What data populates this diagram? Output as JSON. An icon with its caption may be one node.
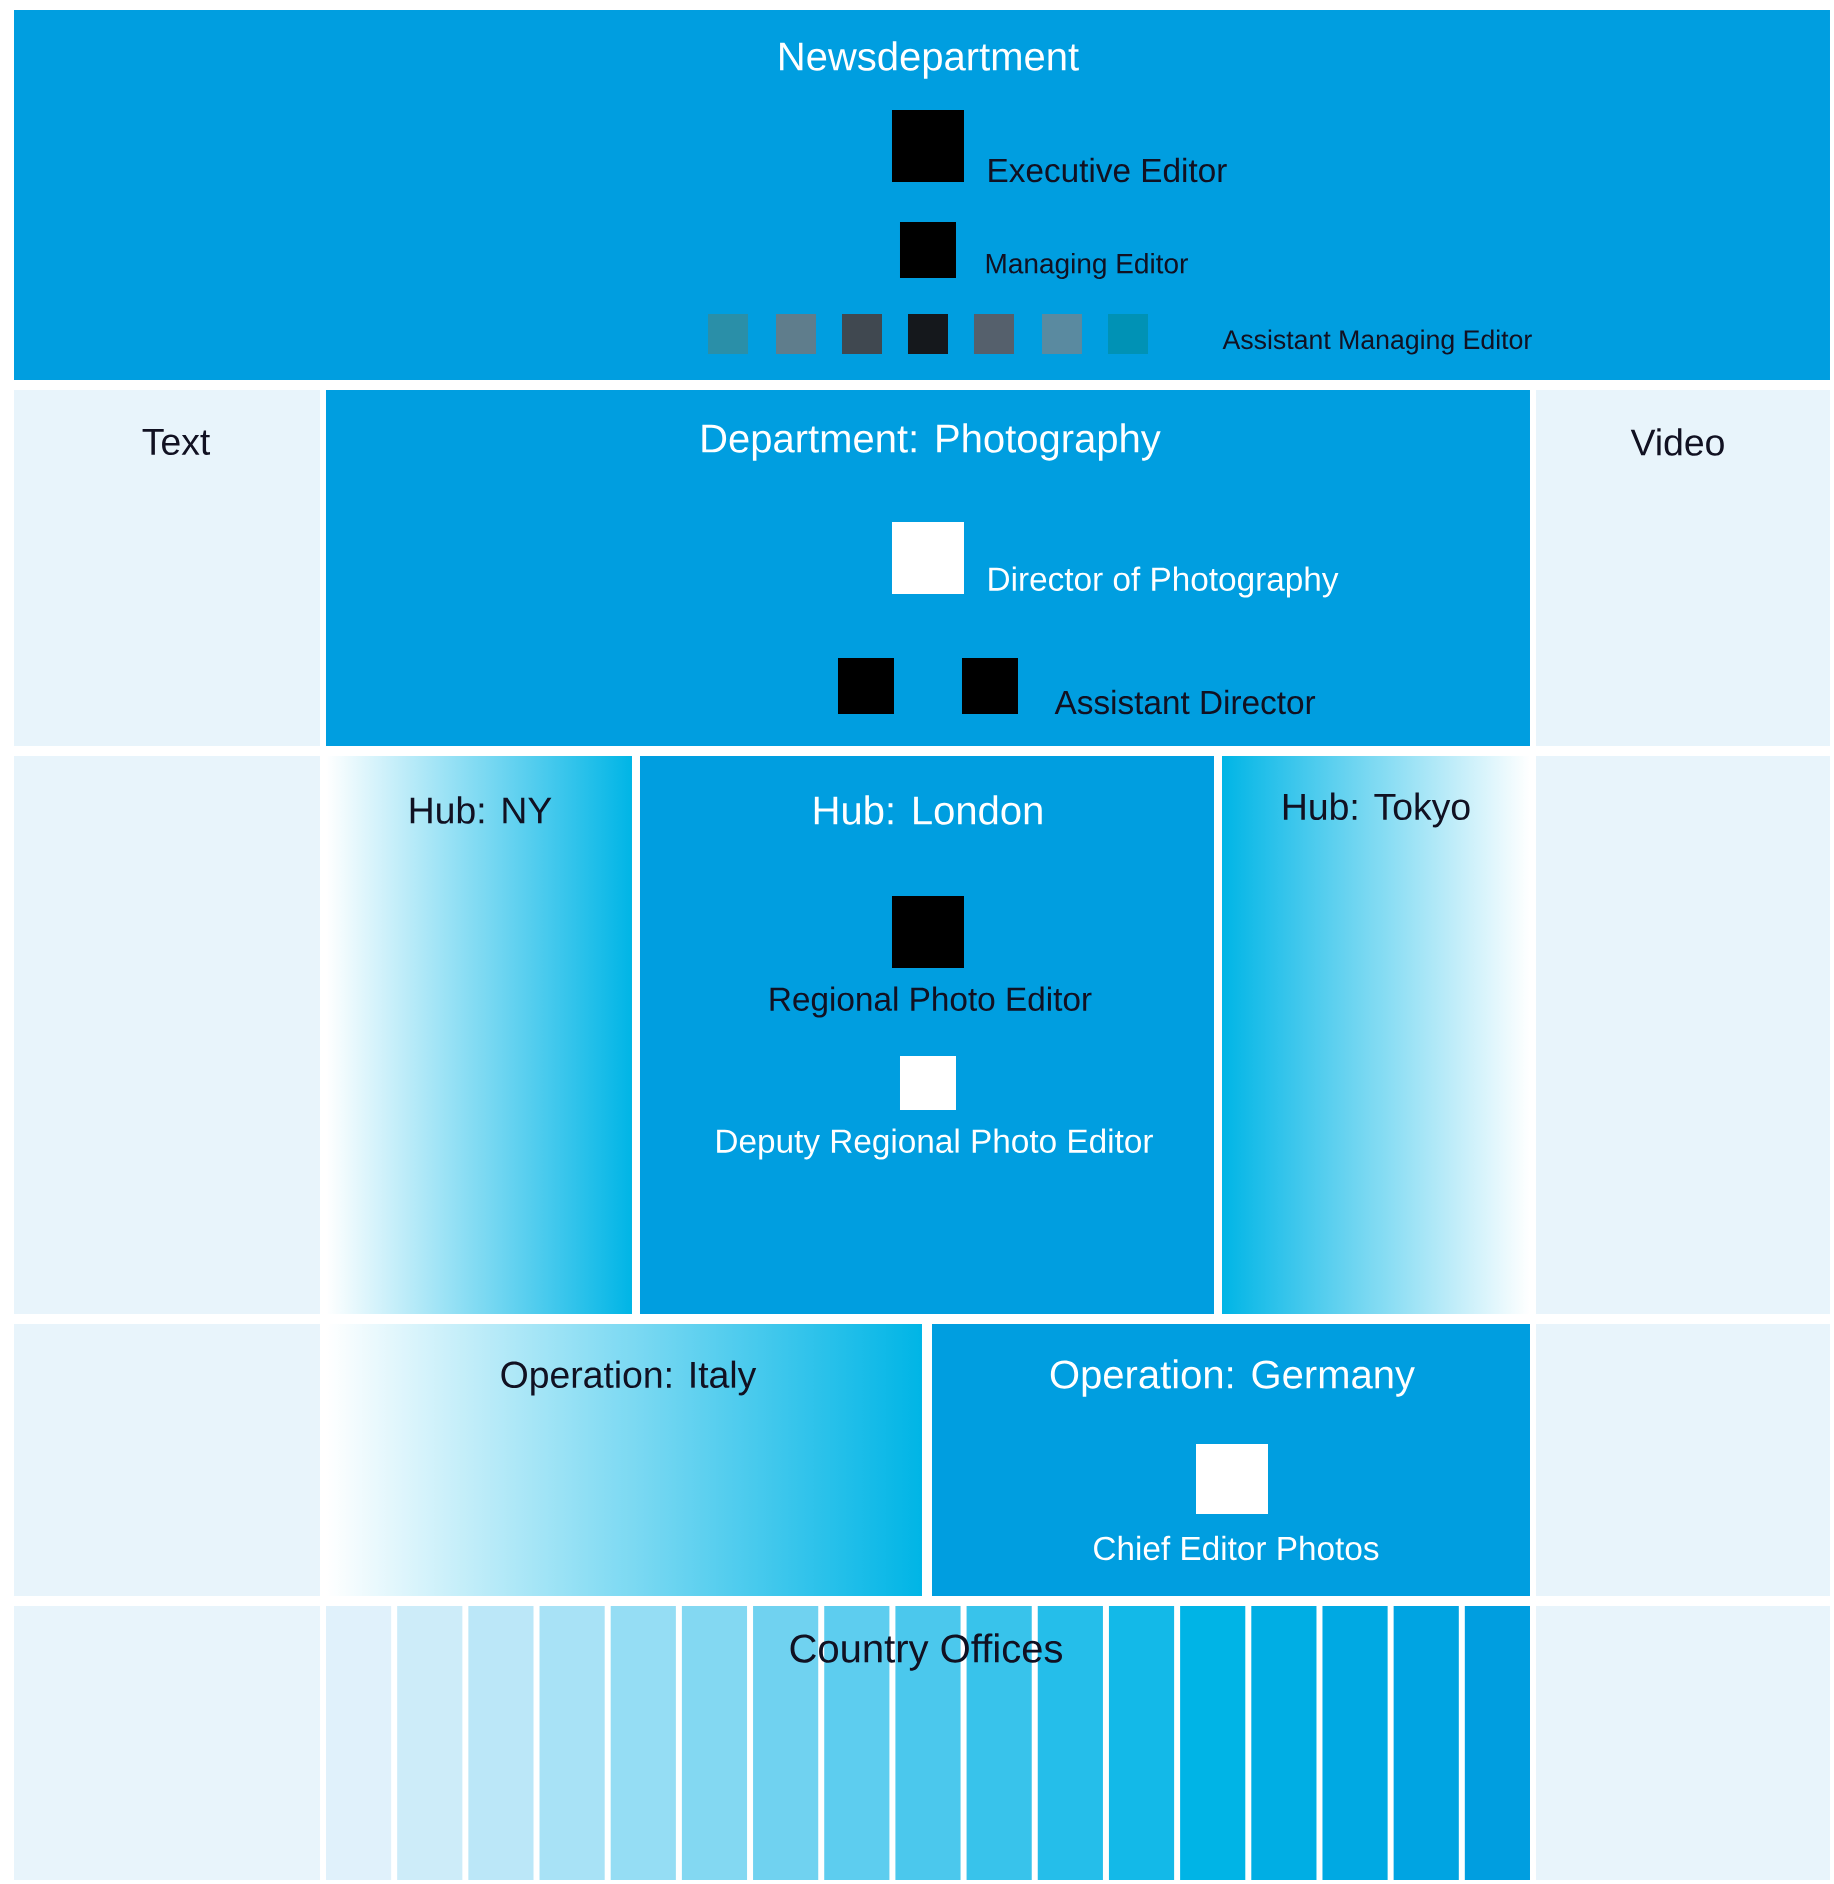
{
  "diagram": {
    "nodes": [
      {
        "text": [
          "Newsdepartment",
          "Executive Editor",
          "Managing Editor",
          "Assistant Managing Editor"
        ]
      },
      {
        "text": [
          "Text"
        ]
      },
      {
        "text": [
          "Department: Photography",
          "Director of Photography",
          "Assistant Director"
        ]
      },
      {
        "text": [
          "Video"
        ]
      },
      {
        "text": [
          "Hub: NY"
        ]
      },
      {
        "text": [
          "Hub: London",
          "Regional Photo Editor",
          "Deputy Regional Photo Editor"
        ]
      },
      {
        "text": [
          "Hub: Tokyo"
        ]
      },
      {
        "text": [
          "Operation: Italy"
        ]
      },
      {
        "text": [
          "Operation: Germany",
          "Chief Editor Photos"
        ]
      },
      {
        "text": [
          "Country Offices"
        ]
      }
    ]
  }
}
